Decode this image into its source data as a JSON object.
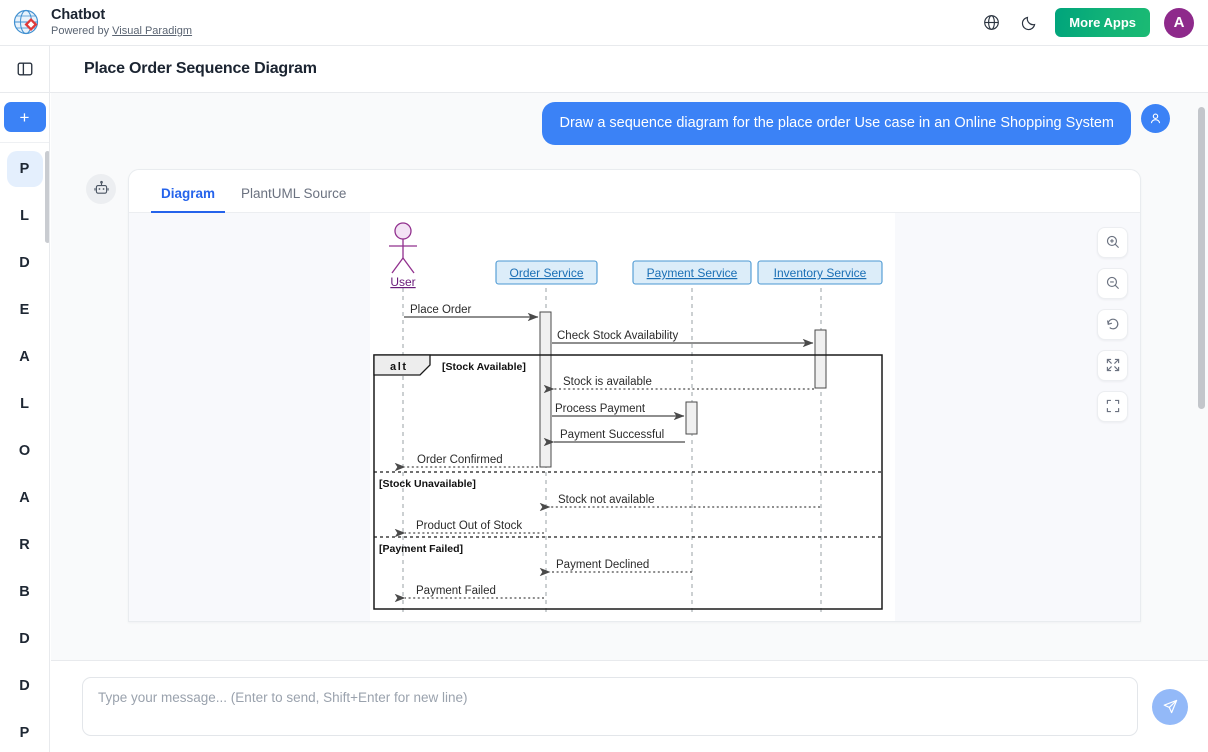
{
  "header": {
    "logo_icon": "globe-diamond-logo",
    "app_title": "Chatbot",
    "powered_prefix": "Powered by ",
    "powered_link": "Visual Paradigm",
    "language_icon": "globe-icon",
    "theme_icon": "moon-icon",
    "more_apps_label": "More Apps",
    "avatar_initial": "A",
    "accent_blue": "#3b82f6",
    "more_apps_green": "#12b377",
    "avatar_purple": "#8e2a8b"
  },
  "subheader": {
    "panel_toggle_icon": "panel-left-icon",
    "page_title": "Place Order Sequence Diagram"
  },
  "sidebar": {
    "new_chat_label": "+",
    "items": [
      {
        "label": "P",
        "active": true
      },
      {
        "label": "L",
        "active": false
      },
      {
        "label": "D",
        "active": false
      },
      {
        "label": "E",
        "active": false
      },
      {
        "label": "A",
        "active": false
      },
      {
        "label": "L",
        "active": false
      },
      {
        "label": "O",
        "active": false
      },
      {
        "label": "A",
        "active": false
      },
      {
        "label": "R",
        "active": false
      },
      {
        "label": "B",
        "active": false
      },
      {
        "label": "D",
        "active": false
      },
      {
        "label": "D",
        "active": false
      },
      {
        "label": "P",
        "active": false
      }
    ]
  },
  "conversation": {
    "user_avatar_icon": "person-icon",
    "user_message": "Draw a sequence diagram for the place order Use case in an Online Shopping System",
    "bot_avatar_icon": "robot-icon"
  },
  "result_card": {
    "tabs": [
      {
        "label": "Diagram",
        "active": true
      },
      {
        "label": "PlantUML Source",
        "active": false
      }
    ],
    "tools": [
      {
        "name": "zoom-in-icon"
      },
      {
        "name": "zoom-out-icon"
      },
      {
        "name": "reset-rotate-icon"
      },
      {
        "name": "fit-screen-icon"
      },
      {
        "name": "fullscreen-icon"
      }
    ]
  },
  "diagram": {
    "type": "sequence",
    "actor": {
      "name": "User",
      "color": "#91308e"
    },
    "participants": [
      {
        "name": "Order Service",
        "fill": "#dcedf9",
        "stroke": "#4a97d2",
        "text": "#1a6fb5"
      },
      {
        "name": "Payment Service",
        "fill": "#dcedf9",
        "stroke": "#4a97d2",
        "text": "#1a6fb5"
      },
      {
        "name": "Inventory Service",
        "fill": "#dcedf9",
        "stroke": "#4a97d2",
        "text": "#1a6fb5"
      }
    ],
    "messages": [
      {
        "text": "Place Order",
        "from": "User",
        "to": "Order Service",
        "style": "solid"
      },
      {
        "text": "Check Stock Availability",
        "from": "Order Service",
        "to": "Inventory Service",
        "style": "solid"
      },
      {
        "text": "Stock is available",
        "from": "Inventory Service",
        "to": "Order Service",
        "style": "dotted"
      },
      {
        "text": "Process Payment",
        "from": "Order Service",
        "to": "Payment Service",
        "style": "solid"
      },
      {
        "text": "Payment Successful",
        "from": "Payment Service",
        "to": "Order Service",
        "style": "solid"
      },
      {
        "text": "Order Confirmed",
        "from": "Order Service",
        "to": "User",
        "style": "dotted"
      },
      {
        "text": "Stock not available",
        "from": "Inventory Service",
        "to": "Order Service",
        "style": "dotted"
      },
      {
        "text": "Product Out of Stock",
        "from": "Order Service",
        "to": "User",
        "style": "dotted"
      },
      {
        "text": "Payment Declined",
        "from": "Payment Service",
        "to": "Order Service",
        "style": "dotted"
      },
      {
        "text": "Payment Failed",
        "from": "Order Service",
        "to": "User",
        "style": "dotted"
      }
    ],
    "fragment": {
      "operator": "alt",
      "guards": [
        "[Stock Available]",
        "[Stock Unavailable]",
        "[Payment Failed]"
      ]
    }
  },
  "composer": {
    "placeholder": "Type your message... (Enter to send, Shift+Enter for new line)",
    "value": "",
    "send_icon": "send-paper-plane-icon"
  }
}
